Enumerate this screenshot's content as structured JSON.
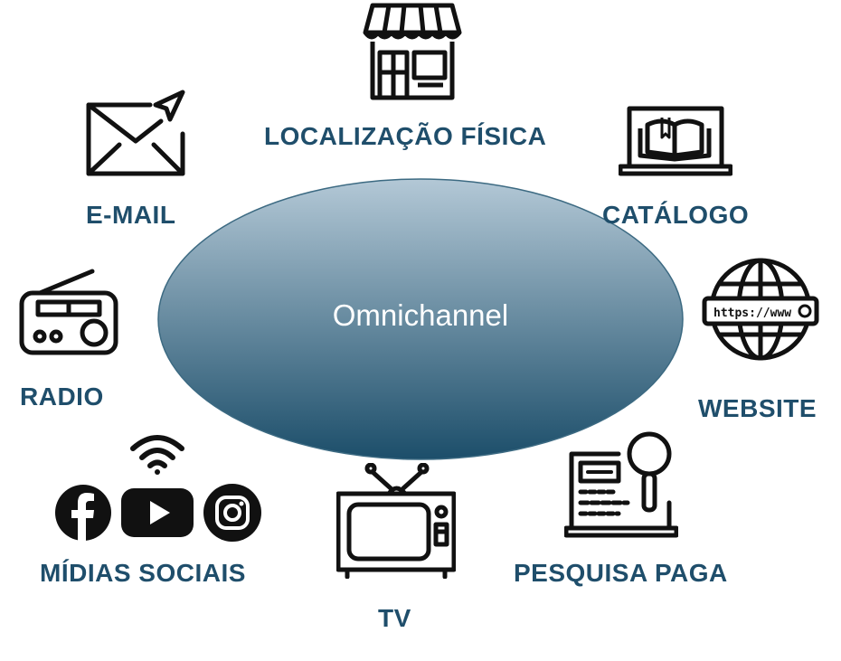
{
  "colors": {
    "label": "#1f4e6b",
    "icon": "#111111",
    "ellipse_top": "#b3c8d6",
    "ellipse_bottom": "#1c4e6a",
    "ellipse_stroke": "#3c6a82"
  },
  "center": {
    "label": "Omnichannel"
  },
  "channels": {
    "physical": {
      "label": "LOCALIZAÇÃO FÍSICA",
      "icon": "storefront-icon"
    },
    "email": {
      "label": "E-MAIL",
      "icon": "envelope-send-icon"
    },
    "catalog": {
      "label": "CATÁLOGO",
      "icon": "laptop-catalog-icon"
    },
    "radio": {
      "label": "RADIO",
      "icon": "radio-icon"
    },
    "website": {
      "label": "WEBSITE",
      "icon": "globe-www-icon",
      "url_text": "https://www"
    },
    "social": {
      "label": "MÍDIAS SOCIAIS",
      "icons": [
        "wifi-icon",
        "facebook-icon",
        "youtube-icon",
        "instagram-icon"
      ]
    },
    "tv": {
      "label": "TV",
      "icon": "television-icon"
    },
    "paid_search": {
      "label": "PESQUISA PAGA",
      "icon": "laptop-search-icon"
    }
  }
}
